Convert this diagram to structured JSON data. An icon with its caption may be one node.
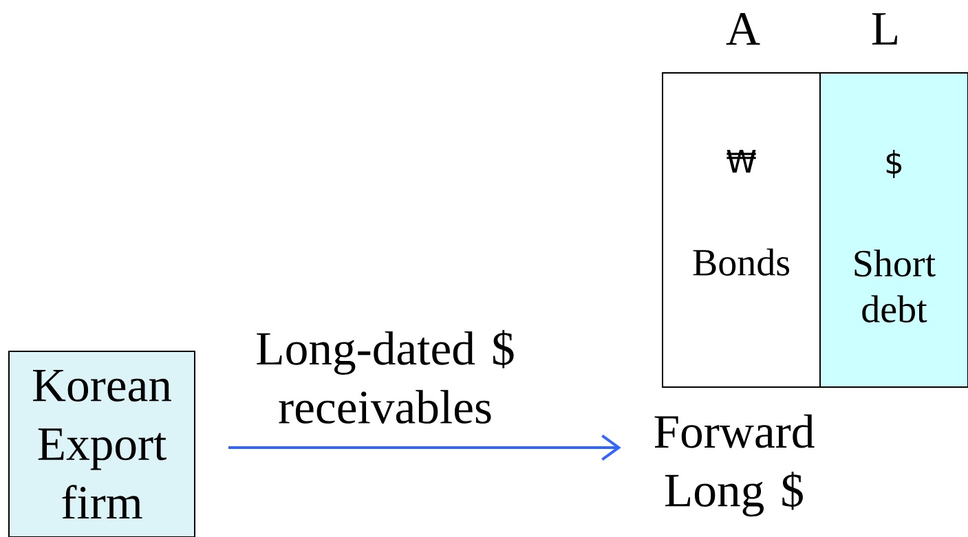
{
  "diagram": {
    "nodes": [
      {
        "text": [
          "Korean Export firm"
        ]
      },
      {
        "text": [
          "Forward Long $"
        ]
      },
      {
        "text": [
          "₩",
          "Bonds"
        ]
      },
      {
        "text": [
          "$",
          "Short debt"
        ]
      }
    ],
    "edges": [
      {
        "from": 0,
        "to": 1,
        "arrow": "to",
        "label": "Long-dated $ receivables",
        "color": "#3366ff"
      }
    ],
    "labels": [
      "A",
      "L"
    ]
  }
}
